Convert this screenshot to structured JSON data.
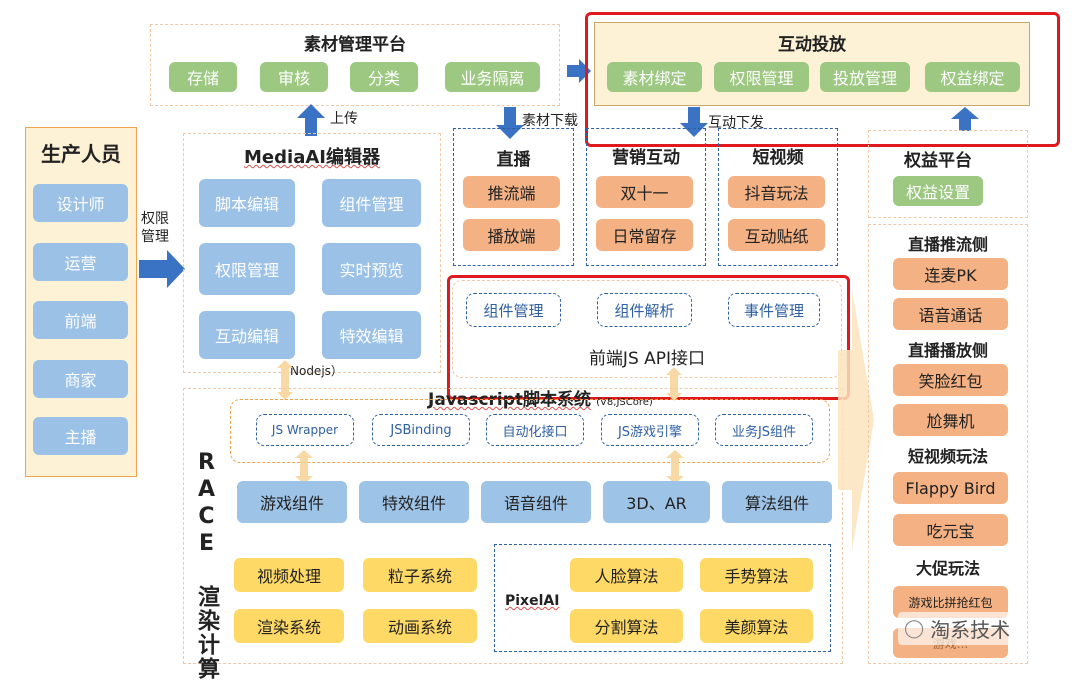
{
  "producers": {
    "title": "生产人员",
    "items": [
      "设计师",
      "运营",
      "前端",
      "商家",
      "主播"
    ]
  },
  "permission_label": "权限\n管理",
  "material_platform": {
    "title": "素材管理平台",
    "items": [
      "存储",
      "审核",
      "分类",
      "业务隔离"
    ]
  },
  "upload_label": "上传",
  "download_label": "素材下载",
  "editor": {
    "title": "MediaAI编辑器",
    "items": [
      "脚本编辑",
      "组件管理",
      "权限管理",
      "实时预览",
      "互动编辑",
      "特效编辑"
    ],
    "nodejs": "（Nodejs）"
  },
  "interactive_delivery": {
    "title": "互动投放",
    "items": [
      "素材绑定",
      "权限管理",
      "投放管理",
      "权益绑定"
    ],
    "downlink": "互动下发"
  },
  "live": {
    "title": "直播",
    "items": [
      "推流端",
      "播放端"
    ]
  },
  "marketing": {
    "title": "营销互动",
    "items": [
      "双十一",
      "日常留存"
    ]
  },
  "short_video": {
    "title": "短视频",
    "items": [
      "抖音玩法",
      "互动贴纸"
    ]
  },
  "rights_platform": {
    "title": "权益平台",
    "item": "权益设置"
  },
  "js_api": {
    "items": [
      "组件管理",
      "组件解析",
      "事件管理"
    ],
    "title": "前端JS API接口"
  },
  "js_system": {
    "title": "Javascript脚本系统",
    "subtitle": "(V8,JSCore)",
    "items": [
      "JS Wrapper",
      "JSBinding",
      "自动化接口",
      "JS游戏引擎",
      "业务JS组件"
    ]
  },
  "race": {
    "title": "RACE 渲染计算",
    "components": [
      "游戏组件",
      "特效组件",
      "语音组件",
      "3D、AR",
      "算法组件"
    ],
    "systems": [
      "视频处理",
      "粒子系统",
      "渲染系统",
      "动画系统"
    ],
    "pixelai": {
      "title": "PixelAI",
      "items": [
        "人脸算法",
        "手势算法",
        "分割算法",
        "美颜算法"
      ]
    }
  },
  "right_column": {
    "sections": [
      {
        "title": "直播推流侧",
        "items": [
          "连麦PK",
          "语音通话"
        ]
      },
      {
        "title": "直播播放侧",
        "items": [
          "笑脸红包",
          "尬舞机"
        ]
      },
      {
        "title": "短视频玩法",
        "items": [
          "Flappy Bird",
          "吃元宝"
        ]
      },
      {
        "title": "大促玩法",
        "items": [
          "游戏比拼抢红包",
          "游戏..."
        ]
      }
    ]
  },
  "watermark": "淘系技术",
  "colors": {
    "green": "#9dc882",
    "blue": "#9bc2e6",
    "orange": "#f4b183",
    "yellow": "#ffd966",
    "red": "#e0191f",
    "arrow": "#3a73c4"
  }
}
